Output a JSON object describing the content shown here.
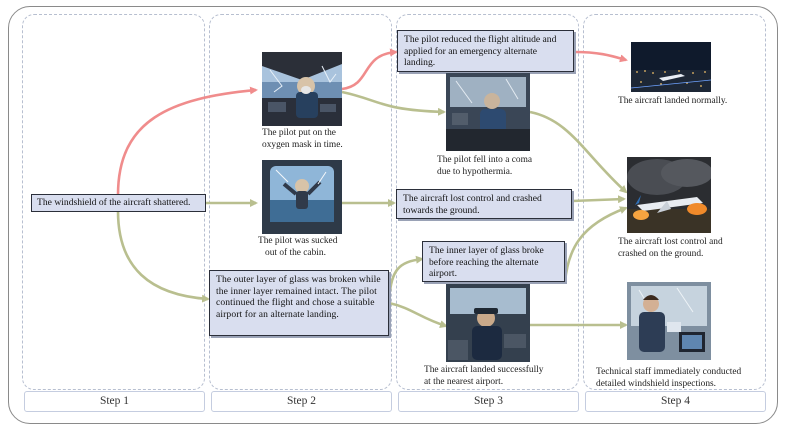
{
  "steps": [
    "Step 1",
    "Step 2",
    "Step 3",
    "Step 4"
  ],
  "boxes": {
    "shattered": "The windshield of the aircraft shattered.",
    "outer_layer": "The outer layer of glass was broken while the inner layer remained intact. The pilot continued the flight and chose a suitable airport for an alternate landing.",
    "reduced_altitude": "The pilot reduced the flight altitude and applied for an emergency alternate landing.",
    "lost_control_crashed": "The aircraft lost control and crashed towards the ground.",
    "inner_layer_broke": "The inner layer of glass broke before reaching the alternate airport."
  },
  "captions": {
    "oxygen_mask": [
      "The pilot put on the",
      "oxygen mask in time."
    ],
    "sucked_out": [
      "The pilot was sucked",
      "out of the cabin."
    ],
    "coma": [
      "The pilot fell into a coma",
      "due to hypothermia."
    ],
    "landed_nearest": [
      "The aircraft landed successfully",
      "at the nearest airport."
    ],
    "landed_normally": [
      "The aircraft landed normally."
    ],
    "crashed_ground": [
      "The aircraft lost control and",
      "crashed on the ground."
    ],
    "inspections": [
      "Technical staff immediately conducted",
      "detailed windshield inspections."
    ]
  },
  "colors": {
    "red_arrow": "#f08c8c",
    "green_arrow": "#b9bf8f",
    "box_fill": "#d9deef",
    "box_border": "#2b2f3a"
  }
}
